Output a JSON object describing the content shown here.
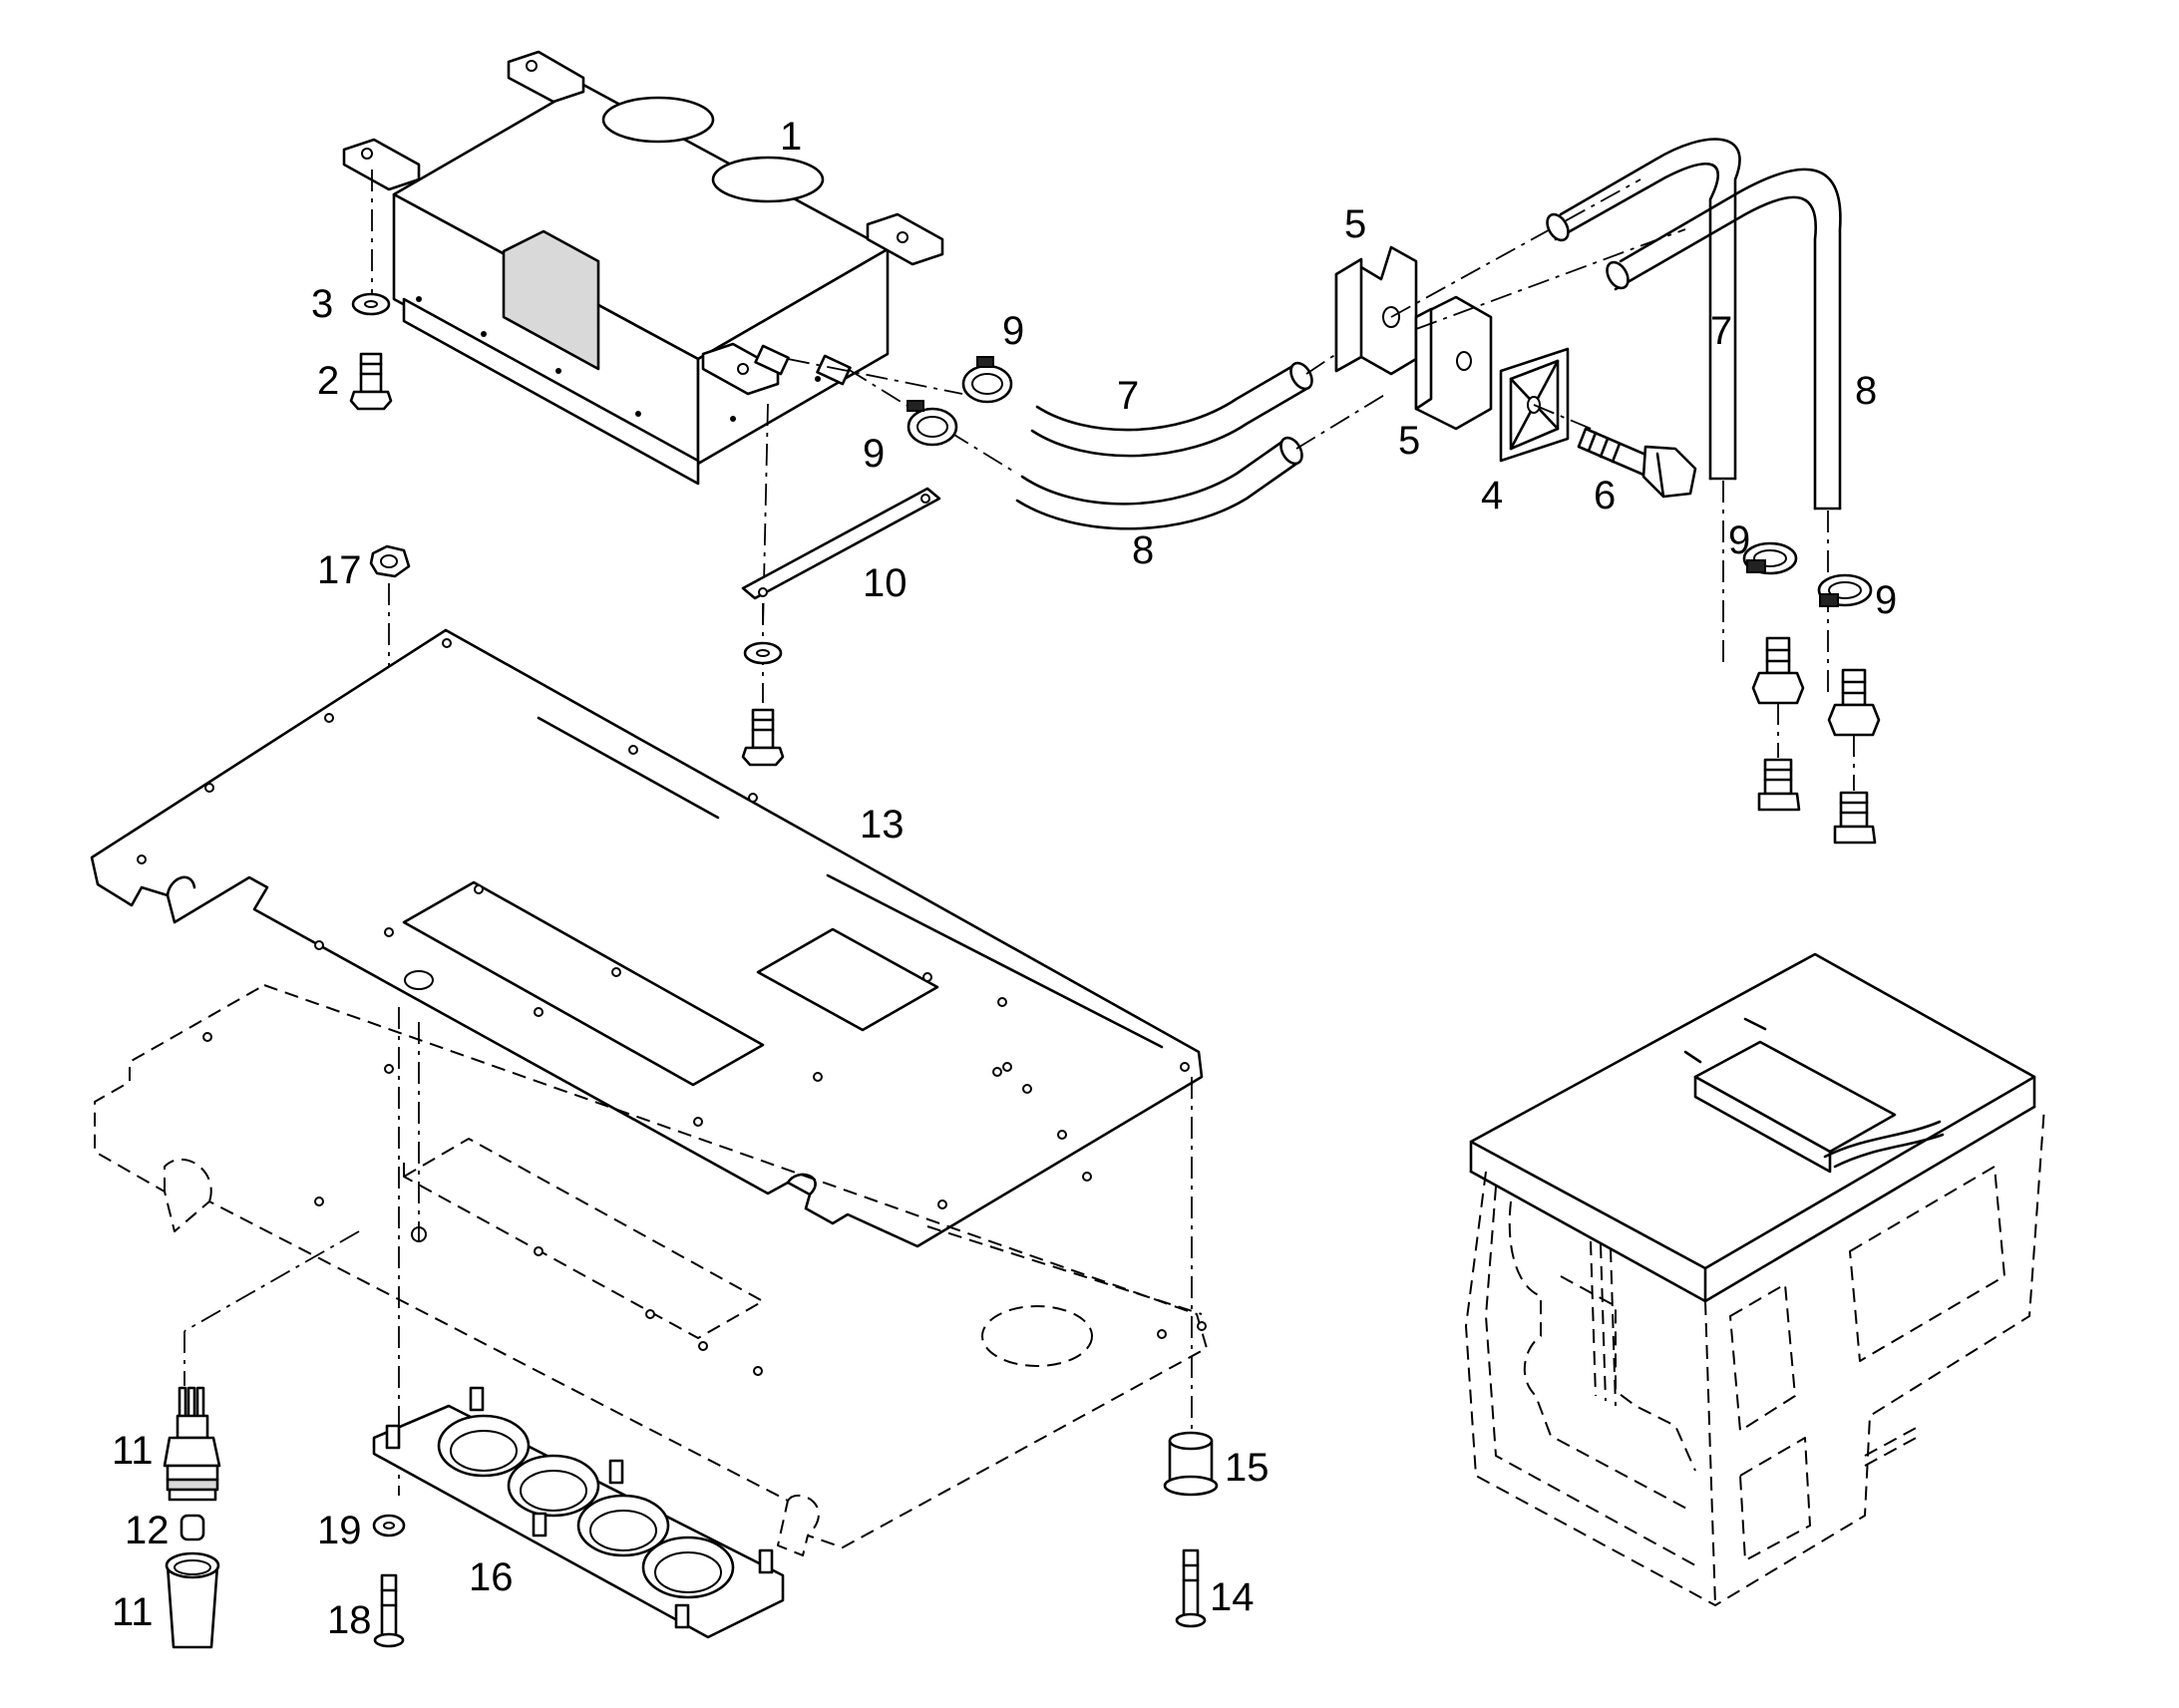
{
  "callouts": [
    {
      "id": "c1",
      "text": "1"
    },
    {
      "id": "c2",
      "text": "2"
    },
    {
      "id": "c3",
      "text": "3"
    },
    {
      "id": "c4",
      "text": "4"
    },
    {
      "id": "c5a",
      "text": "5"
    },
    {
      "id": "c5b",
      "text": "5"
    },
    {
      "id": "c6",
      "text": "6"
    },
    {
      "id": "c7a",
      "text": "7"
    },
    {
      "id": "c7b",
      "text": "7"
    },
    {
      "id": "c8a",
      "text": "8"
    },
    {
      "id": "c8b",
      "text": "8"
    },
    {
      "id": "c9a",
      "text": "9"
    },
    {
      "id": "c9b",
      "text": "9"
    },
    {
      "id": "c9c",
      "text": "9"
    },
    {
      "id": "c9d",
      "text": "9"
    },
    {
      "id": "c10",
      "text": "10"
    },
    {
      "id": "c11a",
      "text": "11"
    },
    {
      "id": "c11b",
      "text": "11"
    },
    {
      "id": "c12",
      "text": "12"
    },
    {
      "id": "c13",
      "text": "13"
    },
    {
      "id": "c14",
      "text": "14"
    },
    {
      "id": "c15",
      "text": "15"
    },
    {
      "id": "c16",
      "text": "16"
    },
    {
      "id": "c17",
      "text": "17"
    },
    {
      "id": "c18",
      "text": "18"
    },
    {
      "id": "c19",
      "text": "19"
    }
  ]
}
